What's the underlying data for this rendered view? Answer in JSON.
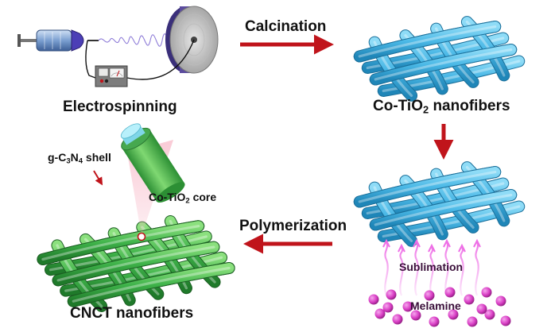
{
  "stages": {
    "electrospinning": "Electrospinning",
    "co_tio2_nanofibers": {
      "pre": "Co-TiO",
      "sub": "2",
      "post": " nanofibers"
    },
    "cnct_nanofibers": "CNCT nanofibers"
  },
  "steps": {
    "calcination": "Calcination",
    "polymerization": "Polymerization",
    "sublimation": "Sublimation",
    "melamine": "Melamine"
  },
  "annotations": {
    "shell": {
      "pre": "g-C",
      "sub1": "3",
      "mid": "N",
      "sub2": "4",
      "post": " shell"
    },
    "core": {
      "pre": "Co-TiO",
      "sub": "2",
      "post": " core"
    }
  },
  "colors": {
    "nanofiber": "#4ab8e6",
    "composite_fiber": "#3fb34a",
    "arrow": "#c0141b",
    "vapor": "#ee6fe6",
    "melamine": "#d93fc5",
    "collector": "#5b4b9e"
  }
}
